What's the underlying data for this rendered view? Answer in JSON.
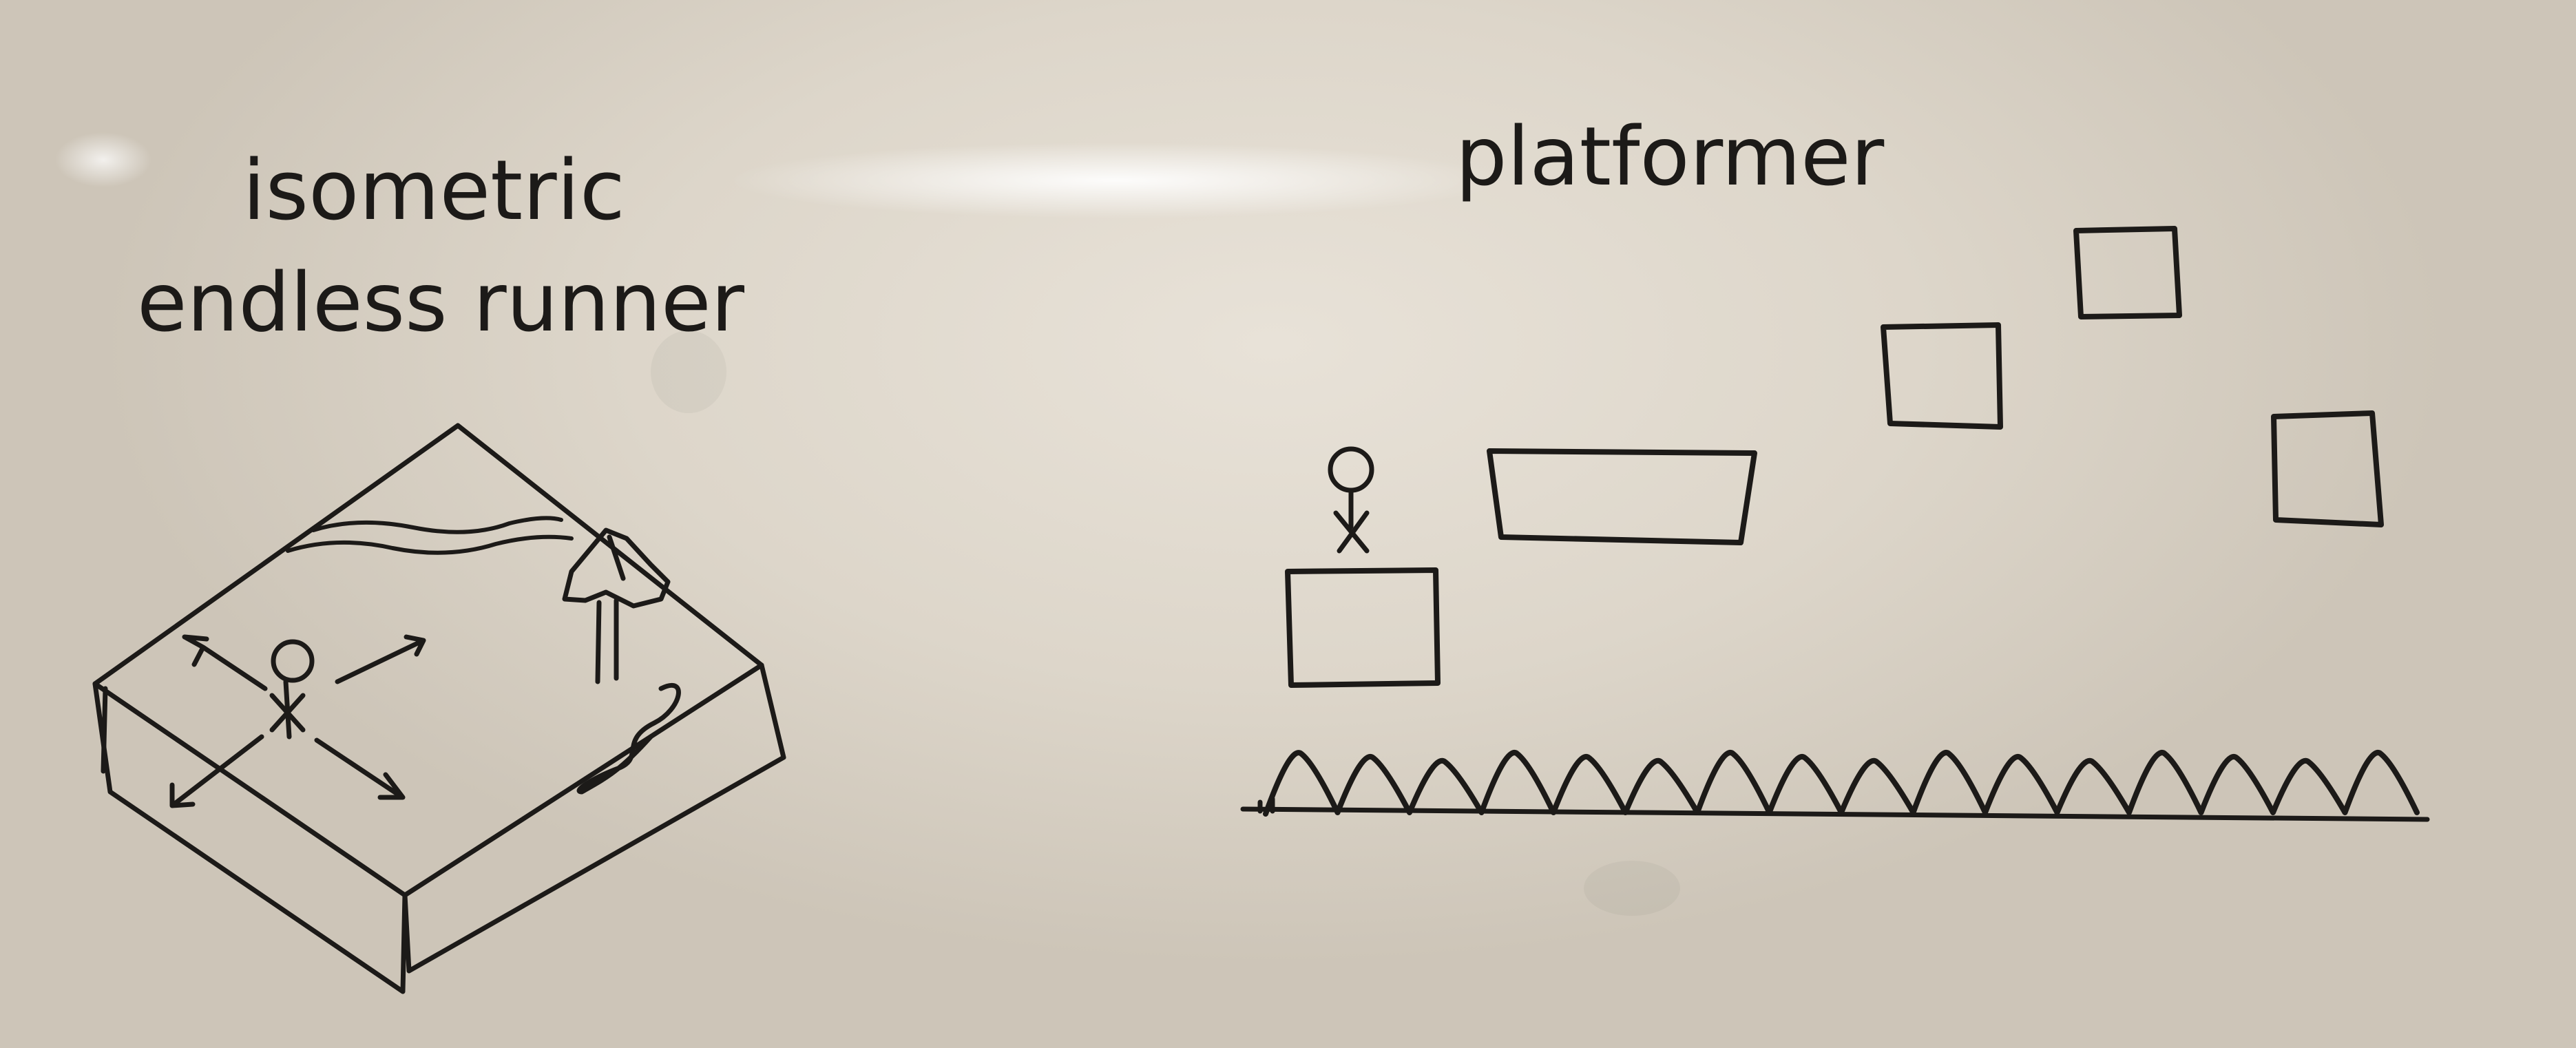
{
  "title_left_line1": "isometric",
  "title_left_line2": "endless runner",
  "title_right": "platformer",
  "colors": {
    "ink": "#1c1a18",
    "board": "#e2dbd0"
  }
}
